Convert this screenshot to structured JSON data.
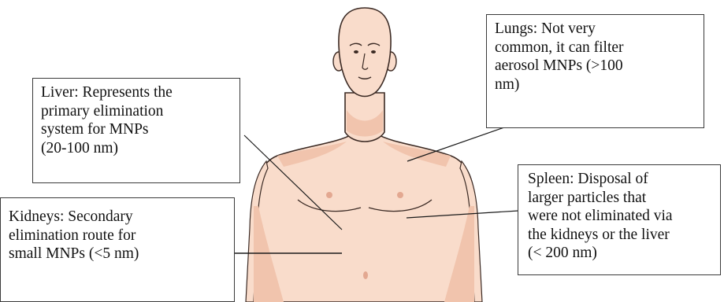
{
  "figure": {
    "labels": {
      "lungs": "Lungs: Not very\ncommon, it can filter\naerosol MNPs (>100\nnm)",
      "liver": "Liver: Represents the\nprimary elimination\nsystem for MNPs\n(20-100 nm)",
      "spleen": "Spleen: Disposal of\nlarger particles that\nwere not eliminated via\nthe kidneys or the liver\n(< 200 nm)",
      "kidneys": "Kidneys: Secondary\nelimination route for\nsmall MNPs (<5 nm)"
    },
    "colors": {
      "skin": "#f9dccb",
      "skin_shadow": "#f1c4ad",
      "skin_outline": "#3b2a24",
      "box_border": "#3a3a3a",
      "pointer_line": "#1a1a1a"
    }
  }
}
